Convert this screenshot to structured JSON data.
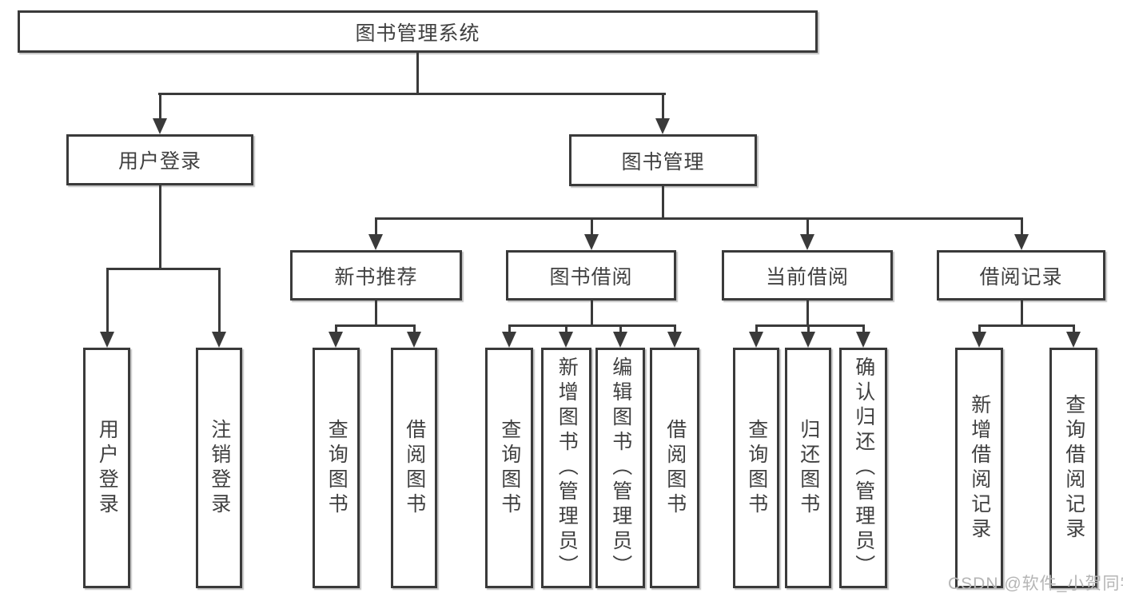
{
  "diagram": {
    "title": "图书管理系统",
    "root": {
      "label": "图书管理系统"
    },
    "level2": [
      {
        "label": "用户登录"
      },
      {
        "label": "图书管理"
      }
    ],
    "level3": [
      {
        "label": "新书推荐"
      },
      {
        "label": "图书借阅"
      },
      {
        "label": "当前借阅"
      },
      {
        "label": "借阅记录"
      }
    ],
    "leaves": [
      {
        "label": "用户登录"
      },
      {
        "label": "注销登录"
      },
      {
        "label": "查询图书"
      },
      {
        "label": "借阅图书"
      },
      {
        "label": "查询图书"
      },
      {
        "label": "新增图书（管理员）"
      },
      {
        "label": "编辑图书（管理员）"
      },
      {
        "label": "借阅图书"
      },
      {
        "label": "查询图书"
      },
      {
        "label": "归还图书"
      },
      {
        "label": "确认归还（管理员）"
      },
      {
        "label": "新增借阅记录"
      },
      {
        "label": "查询借阅记录"
      }
    ]
  },
  "watermark": {
    "text": "CSDN @软件_小贺同学"
  },
  "colors": {
    "line": "#3a3a3a",
    "text": "#404040",
    "watermark": "#b5b5b5",
    "background": "#ffffff"
  }
}
